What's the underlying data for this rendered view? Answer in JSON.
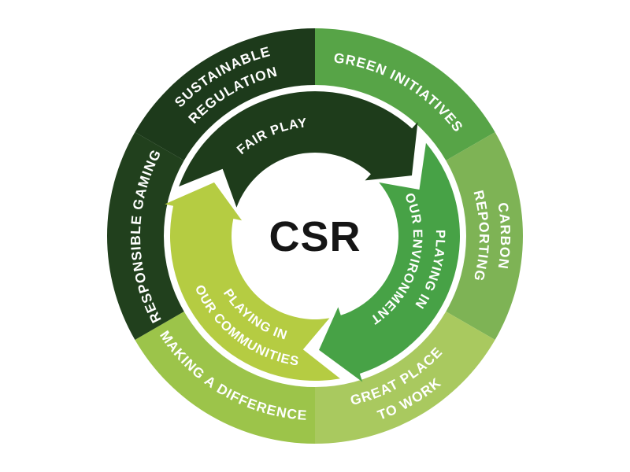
{
  "diagram": {
    "center_label": "CSR",
    "outer_segments": [
      {
        "name": "sustainable-regulation",
        "label_lines": [
          "SUSTAINABLE",
          "REGULATION"
        ],
        "start_angle": 300,
        "end_angle": 360,
        "flip": false,
        "color": "#1d3a1b"
      },
      {
        "name": "green-initiatives",
        "label_lines": [
          "GREEN INITIATIVES"
        ],
        "start_angle": 0,
        "end_angle": 60,
        "flip": false,
        "color": "#57a447"
      },
      {
        "name": "carbon-reporting",
        "label_lines": [
          "CARBON",
          "REPORTING"
        ],
        "start_angle": 60,
        "end_angle": 120,
        "flip": false,
        "color": "#7eb355"
      },
      {
        "name": "great-place-to-work",
        "label_lines": [
          "GREAT PLACE",
          "TO WORK"
        ],
        "start_angle": 120,
        "end_angle": 180,
        "flip": true,
        "color": "#a9c95f"
      },
      {
        "name": "making-a-difference",
        "label_lines": [
          "MAKING A DIFFERENCE"
        ],
        "start_angle": 180,
        "end_angle": 240,
        "flip": true,
        "color": "#9cc44a"
      },
      {
        "name": "responsible-gaming",
        "label_lines": [
          "RESPONSIBLE GAMING"
        ],
        "start_angle": 240,
        "end_angle": 300,
        "flip": false,
        "color": "#21401d"
      }
    ],
    "arrows": [
      {
        "name": "fair-play",
        "label_lines": [
          "FAIR PLAY"
        ],
        "tail_angle": 290,
        "label_center_angle": 337,
        "flip": false,
        "color": "#1e3c1b"
      },
      {
        "name": "playing-in-our-environment",
        "label_lines": [
          "PLAYING IN",
          "OUR ENVIRONMENT"
        ],
        "tail_angle": 50,
        "label_center_angle": 106,
        "flip": false,
        "color": "#47a246"
      },
      {
        "name": "playing-in-our-communities",
        "label_lines": [
          "PLAYING IN",
          "OUR COMMUNITIES"
        ],
        "tail_angle": 170,
        "label_center_angle": 217,
        "flip": true,
        "color": "#b5cc42"
      }
    ]
  }
}
